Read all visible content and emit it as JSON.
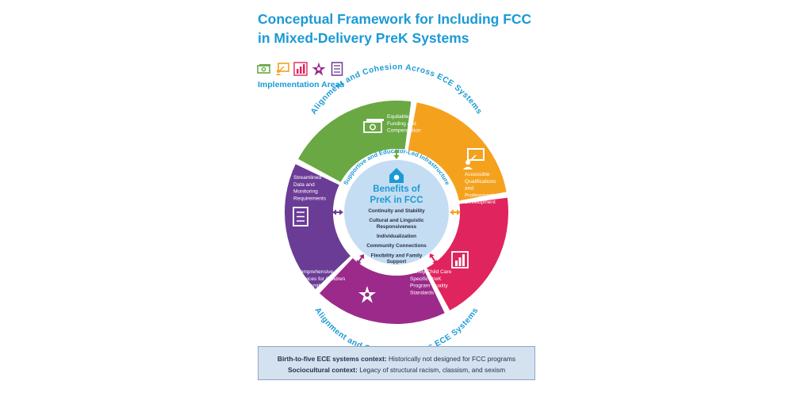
{
  "title": {
    "line1": "Conceptual Framework for Including FCC",
    "line2": "in Mixed-Delivery PreK Systems"
  },
  "implementation": {
    "label": "Implementation Areas",
    "icons": [
      "money-icon",
      "teaching-board-icon",
      "bar-chart-icon",
      "people-star-icon",
      "checklist-icon"
    ],
    "icon_colors": [
      "#6aa843",
      "#f4a21d",
      "#e0245e",
      "#9b2a8a",
      "#6b3c96"
    ]
  },
  "ring": {
    "top_text": "Alignment and Cohesion Across ECE Systems",
    "bottom_text": "Alignment and Cohesion Across ECE Systems",
    "inner_arc_text": "Supportive and Educator-Led Infrastructure",
    "color": "#1b9ad6"
  },
  "segments": [
    {
      "id": "funding",
      "lines": [
        "Equitable",
        "Funding and",
        "Compensation"
      ],
      "color": "#6aa843",
      "icon": "money-icon"
    },
    {
      "id": "qualifications",
      "lines": [
        "Accessible",
        "Qualifications",
        "and",
        "Professional",
        "Development"
      ],
      "color": "#f4a21d",
      "icon": "teaching-board-icon"
    },
    {
      "id": "standards",
      "lines": [
        "Family Child Care",
        "Specific PreK",
        "Program Quality",
        "Standards"
      ],
      "color": "#e0245e",
      "icon": "bar-chart-icon"
    },
    {
      "id": "services",
      "lines": [
        "Comprehensive",
        "Services for Children",
        "and Families"
      ],
      "color": "#9b2a8a",
      "icon": "people-star-icon"
    },
    {
      "id": "data",
      "lines": [
        "Streamlined",
        "Data and",
        "Monitoring",
        "Requirements"
      ],
      "color": "#6b3c96",
      "icon": "checklist-icon"
    }
  ],
  "center": {
    "title_line1": "Benefits of",
    "title_line2": "PreK in FCC",
    "benefits": [
      [
        "Continuity and Stability"
      ],
      [
        "Cultural and Linguistic",
        "Responsiveness"
      ],
      [
        "Individualization"
      ],
      [
        "Community Connections"
      ],
      [
        "Flexibility and Family",
        "Support"
      ]
    ],
    "fill": "#c4ddf2",
    "title_color": "#1b9ad6",
    "text_color": "#2a2f45",
    "icon": "house-icon"
  },
  "context": {
    "line1_label": "Birth-to-five ECE systems context:",
    "line1_text": " Historically not designed for FCC programs",
    "line2_label": "Sociocultural context:",
    "line2_text": " Legacy of structural racism, classism, and sexism"
  }
}
